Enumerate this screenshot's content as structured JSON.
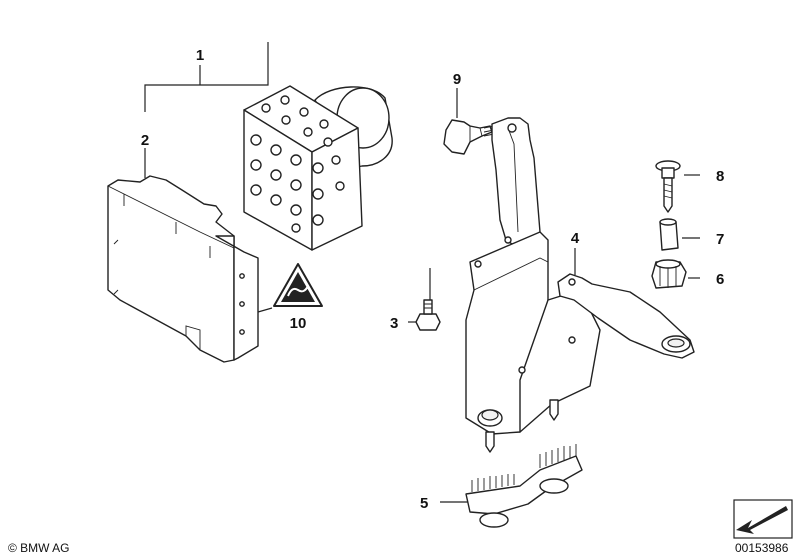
{
  "callouts": [
    {
      "id": "1",
      "text": "1"
    },
    {
      "id": "2",
      "text": "2"
    },
    {
      "id": "3",
      "text": "3"
    },
    {
      "id": "4",
      "text": "4"
    },
    {
      "id": "5",
      "text": "5"
    },
    {
      "id": "6",
      "text": "6"
    },
    {
      "id": "7",
      "text": "7"
    },
    {
      "id": "8",
      "text": "8"
    },
    {
      "id": "9",
      "text": "9"
    },
    {
      "id": "10",
      "text": "10"
    }
  ],
  "footer": {
    "copyright": "© BMW AG",
    "diagram_number": "00153986"
  },
  "icons": {
    "warning_label": "esd-warning-triangle-icon",
    "corner_arrow": "page-arrow-icon"
  }
}
